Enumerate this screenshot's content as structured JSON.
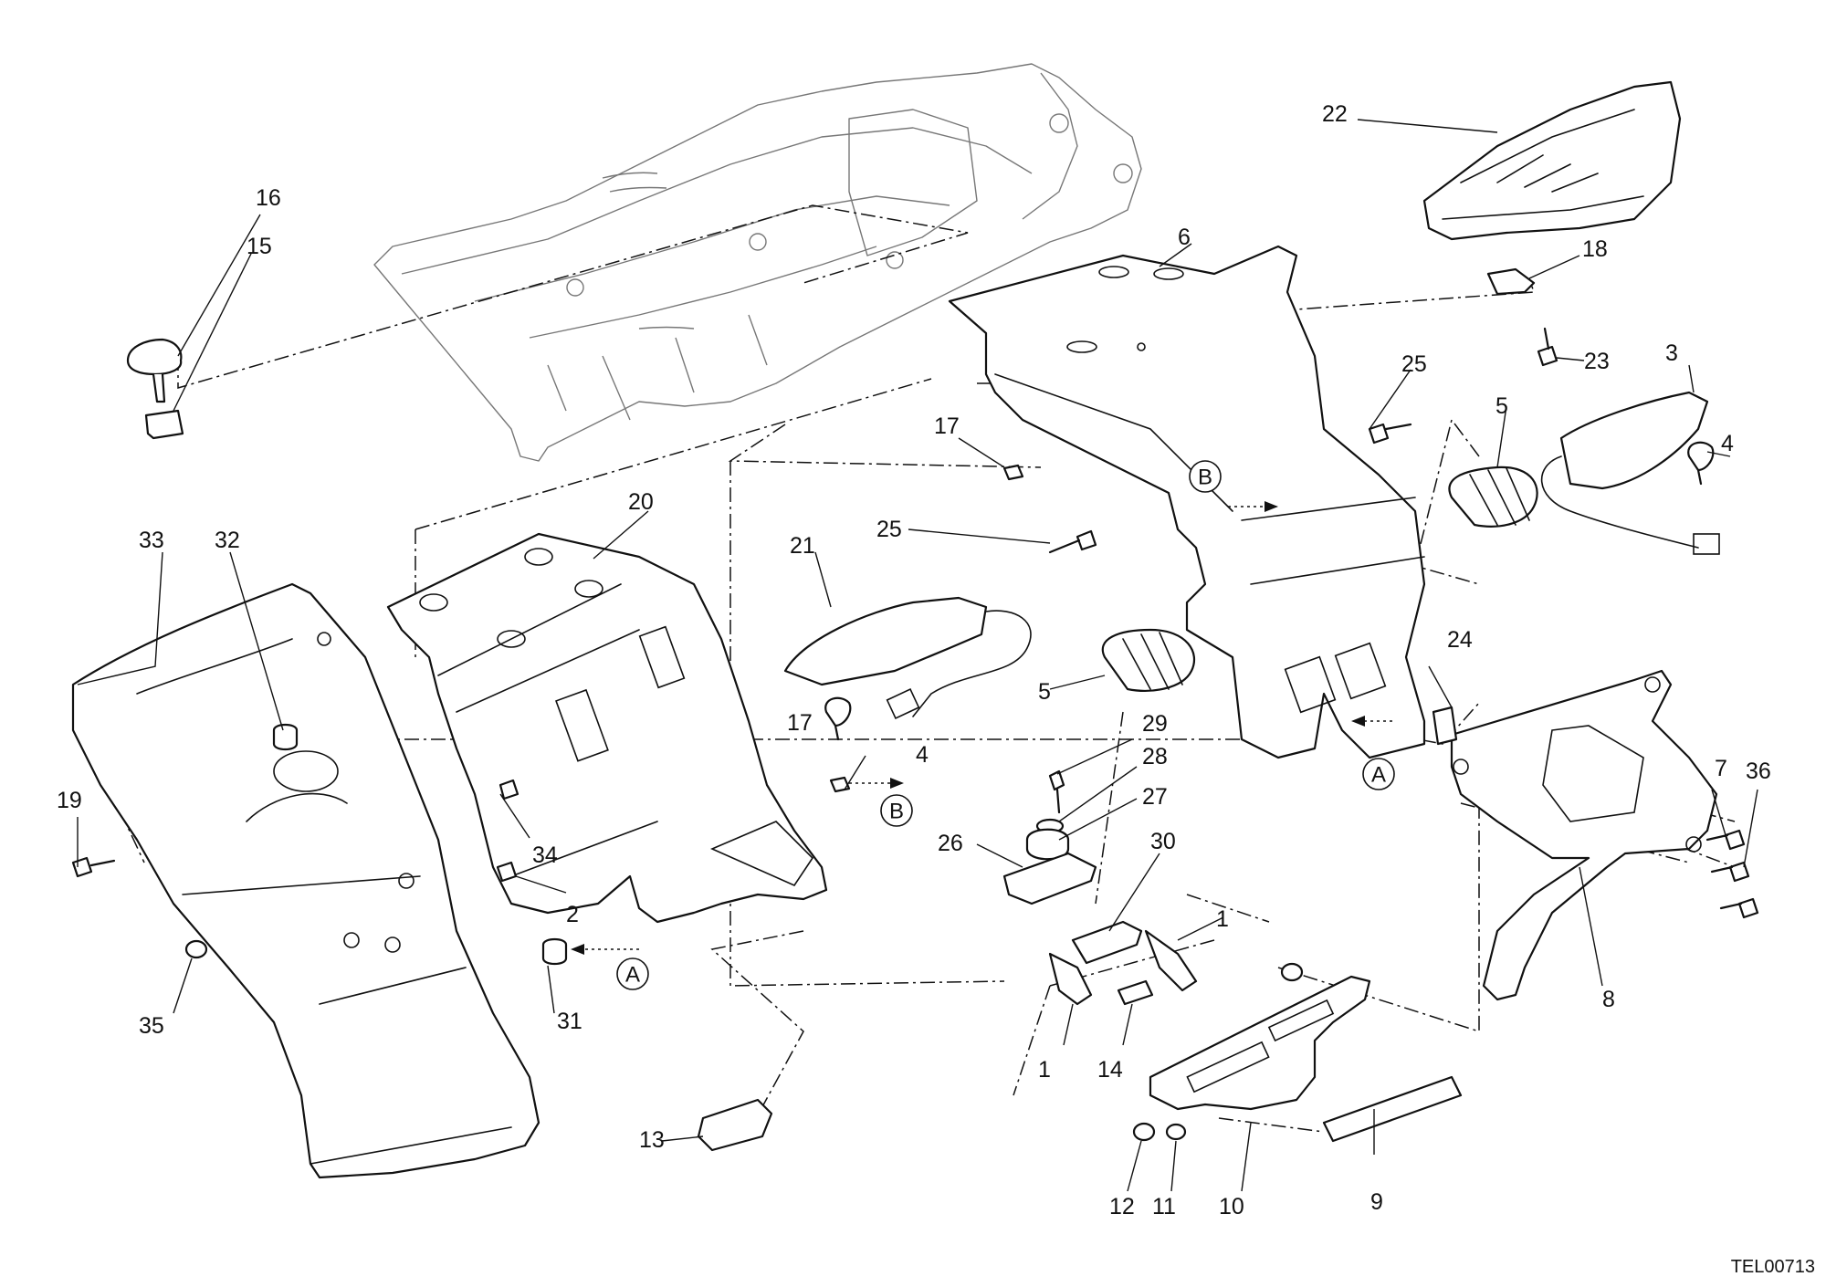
{
  "diagram_code": "TEL00713",
  "callouts": {
    "c1a": "1",
    "c1b": "1",
    "c2": "2",
    "c3": "3",
    "c4a": "4",
    "c4b": "4",
    "c5a": "5",
    "c5b": "5",
    "c6": "6",
    "c7": "7",
    "c8": "8",
    "c9": "9",
    "c10": "10",
    "c11": "11",
    "c12": "12",
    "c13": "13",
    "c14": "14",
    "c15": "15",
    "c16": "16",
    "c17a": "17",
    "c17b": "17",
    "c18": "18",
    "c19": "19",
    "c20": "20",
    "c21": "21",
    "c22": "22",
    "c23": "23",
    "c24": "24",
    "c25a": "25",
    "c25b": "25",
    "c26": "26",
    "c27": "27",
    "c28": "28",
    "c29": "29",
    "c30": "30",
    "c31": "31",
    "c32": "32",
    "c33": "33",
    "c34": "34",
    "c35": "35",
    "c36": "36"
  },
  "refs": {
    "a1": "A",
    "a2": "A",
    "b1": "B",
    "b2": "B"
  }
}
